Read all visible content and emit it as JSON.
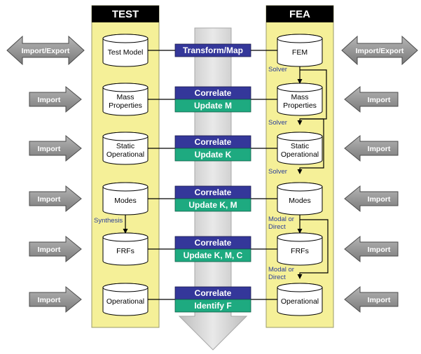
{
  "columns": {
    "test": "TEST",
    "fea": "FEA"
  },
  "side_arrows": [
    "Import/Export",
    "Import",
    "Import",
    "Import",
    "Import",
    "Import"
  ],
  "test_stores": [
    [
      "Test Model"
    ],
    [
      "Mass",
      "Properties"
    ],
    [
      "Static",
      "Operational"
    ],
    [
      "Modes"
    ],
    [
      "FRFs"
    ],
    [
      "Operational"
    ]
  ],
  "fea_stores": [
    [
      "FEM"
    ],
    [
      "Mass",
      "Properties"
    ],
    [
      "Static",
      "Operational"
    ],
    [
      "Modes"
    ],
    [
      "FRFs"
    ],
    [
      "Operational"
    ]
  ],
  "center": [
    {
      "top": "Transform/Map",
      "bottom": ""
    },
    {
      "top": "Correlate",
      "bottom": "Update M"
    },
    {
      "top": "Correlate",
      "bottom": "Update K"
    },
    {
      "top": "Correlate",
      "bottom": "Update K, M"
    },
    {
      "top": "Correlate",
      "bottom": "Update K, M, C"
    },
    {
      "top": "Correlate",
      "bottom": "Identify F"
    }
  ],
  "fea_links": [
    [
      "Solver"
    ],
    [
      "Solver"
    ],
    [
      "Solver"
    ],
    [
      "Modal or",
      "Direct"
    ],
    [
      "Modal or",
      "Direct"
    ]
  ],
  "test_links": [
    {
      "after_row": 3,
      "text": [
        "Synthesis"
      ]
    }
  ],
  "colors": {
    "column_fill": "#f5f098",
    "header_fill": "#000000",
    "box_top": "#34379a",
    "box_bottom": "#1eaa80",
    "flow_arrow": "#c8c8c8",
    "side_arrow": "#8f8f8f",
    "link_text": "#2a3d9a"
  }
}
